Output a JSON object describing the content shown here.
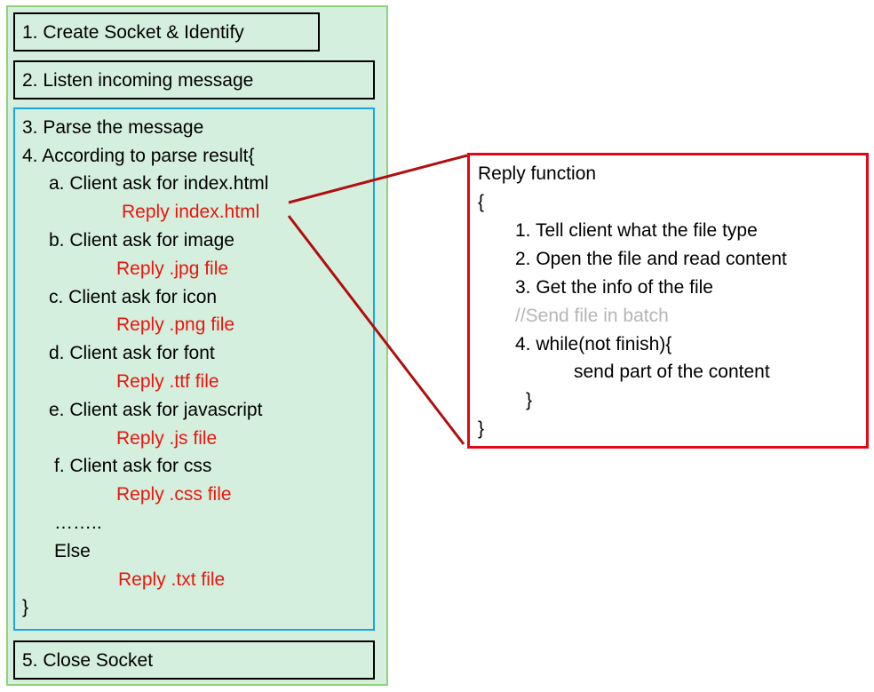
{
  "steps": {
    "create": "1. Create Socket & Identify",
    "listen": "2. Listen incoming message",
    "close": "5. Close Socket"
  },
  "parse_block": {
    "parse": "3. Parse the message",
    "according": "4. According to parse result{",
    "cases": [
      {
        "ask": "a. Client ask for index.html",
        "reply": "Reply index.html"
      },
      {
        "ask": "b. Client ask for image",
        "reply": "Reply .jpg file"
      },
      {
        "ask": "c. Client ask for icon",
        "reply": "Reply .png file"
      },
      {
        "ask": "d. Client ask for font",
        "reply": "Reply .ttf file"
      },
      {
        "ask": "e. Client ask for javascript",
        "reply": "Reply .js file"
      },
      {
        "ask": "f.  Client ask for css",
        "reply": "Reply .css file"
      }
    ],
    "ellipsis": "……..",
    "else": "Else",
    "else_reply": "Reply .txt file",
    "close_brace": "}"
  },
  "reply_function": {
    "title": "Reply function",
    "open_brace": "{",
    "items": [
      "1. Tell client what the file type",
      "2. Open the file and read content",
      "3. Get the info of the file"
    ],
    "comment": "//Send file in batch",
    "loop": "4. while(not finish){",
    "loop_body": "send part of the content",
    "loop_close": "}",
    "close_brace": "}"
  },
  "colors": {
    "panel_fill": "#d4efdd",
    "panel_border": "#8fd27a",
    "parse_border": "#1aa6e6",
    "reply_text": "#e8160f",
    "reply_box_border": "#e30613",
    "connector": "#b00f0f",
    "comment_text": "#b5b5b5"
  }
}
